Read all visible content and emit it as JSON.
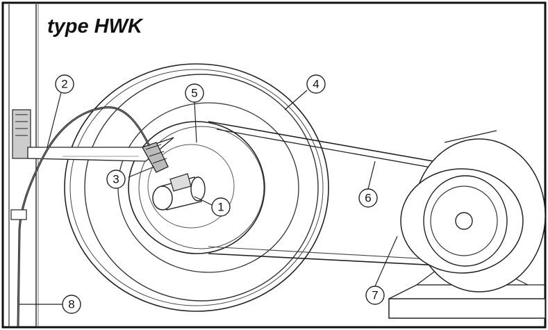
{
  "diagram": {
    "title": "type HWK",
    "callouts": [
      {
        "id": "c1",
        "number": "1"
      },
      {
        "id": "c2",
        "number": "2"
      },
      {
        "id": "c3",
        "number": "3"
      },
      {
        "id": "c4",
        "number": "4"
      },
      {
        "id": "c5",
        "number": "5"
      },
      {
        "id": "c6",
        "number": "6"
      },
      {
        "id": "c7",
        "number": "7"
      },
      {
        "id": "c8",
        "number": "8"
      }
    ]
  }
}
